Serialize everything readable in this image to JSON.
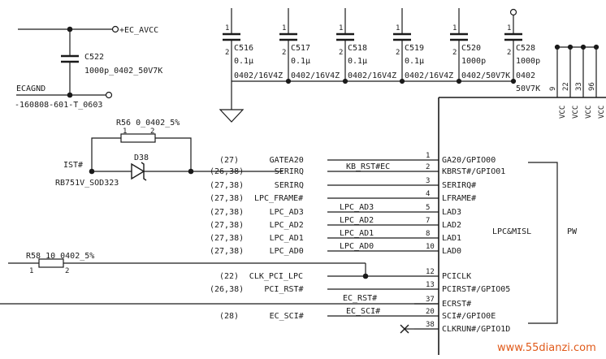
{
  "power": {
    "net_ec_avcc": "+EC_AVCC",
    "c522_ref": "C522",
    "c522_val": "1000p_0402_50V7K",
    "net_ecagnd": "ECAGND",
    "bead": "-160808-601-T_0603",
    "caps": [
      {
        "ref": "C516",
        "val": "0.1μ",
        "pkg": "0402/16V4Z"
      },
      {
        "ref": "C517",
        "val": "0.1μ",
        "pkg": "0402/16V4Z"
      },
      {
        "ref": "C518",
        "val": "0.1μ",
        "pkg": "0402/16V4Z"
      },
      {
        "ref": "C519",
        "val": "0.1μ",
        "pkg": "0402/16V4Z"
      },
      {
        "ref": "C520",
        "val": "1000p",
        "pkg": "0402/50V7K"
      },
      {
        "ref": "C528",
        "val": "1000p",
        "pkg": "0402",
        "pkg2": "50V7K"
      }
    ],
    "pin1": "1",
    "pin2": "2",
    "vcc_pins": [
      "9",
      "22",
      "33",
      "96"
    ],
    "vcc_label": "VCC"
  },
  "circuit": {
    "r56": "R56 0_0402_5%",
    "r56_p1": "1",
    "r56_p2": "2",
    "ist": "IST#",
    "d38": "D38",
    "rb751": "RB751V_SOD323",
    "r58": "R58 10_0402_5%",
    "r58_p1": "1",
    "r58_p2": "2"
  },
  "signals": [
    {
      "ref": "(27)",
      "name": "GATEA20",
      "bus": "",
      "pin": "1",
      "func": "GA20/GPIO00"
    },
    {
      "ref": "(26,38)",
      "name": "SERIRQ",
      "bus": "KB_RST#EC",
      "pin": "2",
      "func": "KBRST#/GPIO01"
    },
    {
      "ref": "(27,38)",
      "name": "SERIRQ",
      "bus": "",
      "pin": "3",
      "func": "SERIRQ#"
    },
    {
      "ref": "(27,38)",
      "name": "LPC_FRAME#",
      "bus": "",
      "pin": "4",
      "func": "LFRAME#"
    },
    {
      "ref": "(27,38)",
      "name": "LPC_AD3",
      "bus": "LPC_AD3",
      "pin": "5",
      "func": "LAD3"
    },
    {
      "ref": "(27,38)",
      "name": "LPC_AD2",
      "bus": "LPC_AD2",
      "pin": "7",
      "func": "LAD2"
    },
    {
      "ref": "(27,38)",
      "name": "LPC_AD1",
      "bus": "LPC_AD1",
      "pin": "8",
      "func": "LAD1"
    },
    {
      "ref": "(27,38)",
      "name": "LPC_AD0",
      "bus": "LPC_AD0",
      "pin": "10",
      "func": "LAD0"
    },
    {
      "ref": "(22)",
      "name": "CLK_PCI_LPC",
      "bus": "",
      "pin": "12",
      "func": "PCICLK"
    },
    {
      "ref": "(26,38)",
      "name": "PCI_RST#",
      "bus": "",
      "pin": "13",
      "func": "PCIRST#/GPIO05"
    },
    {
      "ref": "",
      "name": "",
      "bus": "EC_RST#",
      "pin": "37",
      "func": "ECRST#"
    },
    {
      "ref": "(28)",
      "name": "EC_SCI#",
      "bus": "EC_SCI#",
      "pin": "20",
      "func": "SCI#/GPIO0E"
    },
    {
      "ref": "",
      "name": "",
      "bus": "",
      "pin": "38",
      "func": "CLKRUN#/GPIO1D"
    }
  ],
  "block": {
    "lpc_misc": "LPC&MISL",
    "pw": "PW"
  },
  "watermark": "www.55dianzi.com",
  "colors": {
    "ink": "#1a1a1a",
    "watermark": "#e05a1a"
  }
}
